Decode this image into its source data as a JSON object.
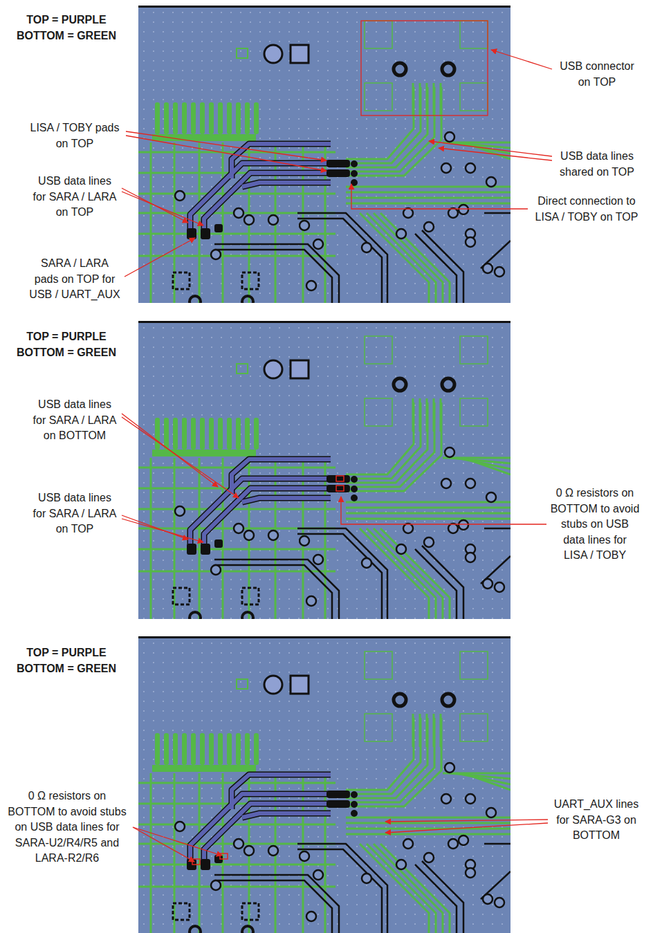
{
  "diagram": {
    "labels": [
      "TOP = PURPLE BOTTOM = GREEN",
      "LISA / TOBY pads on TOP",
      "USB data lines for SARA / LARA on TOP",
      "SARA / LARA pads on TOP for USB / UART_AUX",
      "USB connector on TOP",
      "USB data lines shared on TOP",
      "Direct connection to LISA / TOBY on TOP",
      "TOP = PURPLE BOTTOM = GREEN",
      "USB data lines for SARA / LARA on BOTTOM",
      "USB data lines for SARA / LARA on TOP",
      "0 Ω resistors on BOTTOM to avoid stubs on USB data lines for LISA / TOBY",
      "TOP = PURPLE BOTTOM = GREEN",
      "0 Ω resistors on BOTTOM to avoid stubs on USB data lines for SARA-U2/R4/R5 and LARA-R2/R6",
      "UART_AUX lines for SARA-G3 on BOTTOM"
    ]
  }
}
